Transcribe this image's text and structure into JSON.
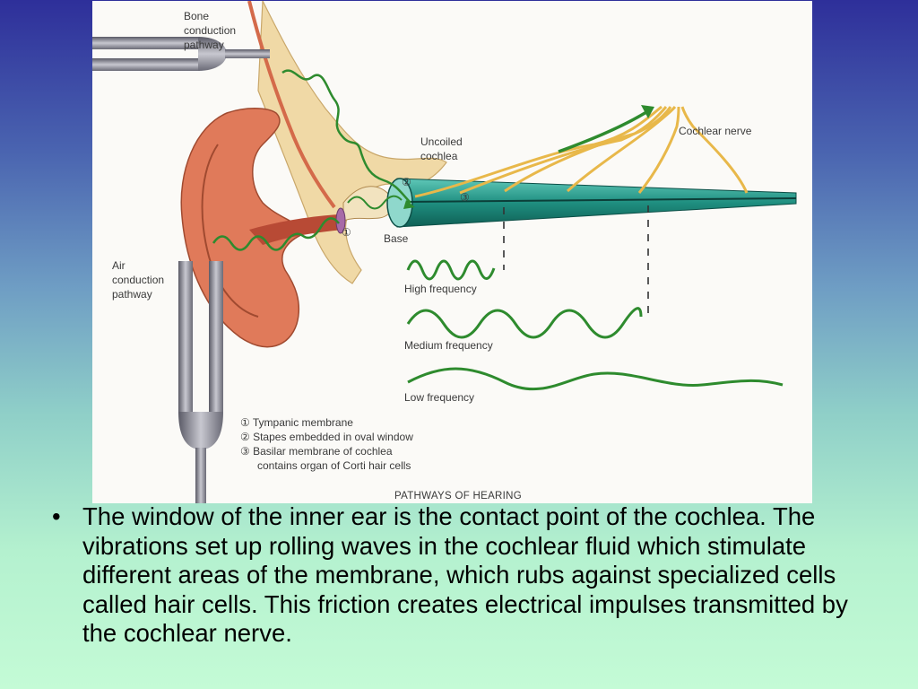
{
  "diagram": {
    "labels": {
      "bone_conduction": [
        "Bone",
        "conduction",
        "pathway"
      ],
      "air_conduction": [
        "Air",
        "conduction",
        "pathway"
      ],
      "uncoiled_cochlea": [
        "Uncoiled",
        "cochlea"
      ],
      "cochlear_nerve": "Cochlear nerve",
      "base": "Base",
      "high_frequency": "High frequency",
      "medium_frequency": "Medium frequency",
      "low_frequency": "Low frequency",
      "marker_1": "①",
      "marker_2": "②",
      "marker_3": "③"
    },
    "legend": {
      "item1": "① Tympanic membrane",
      "item2": "② Stapes embedded in oval window",
      "item3a": "③ Basilar membrane of cochlea",
      "item3b": "contains organ of Corti hair cells"
    },
    "caption": "PATHWAYS OF HEARING",
    "colors": {
      "wave": "#2e8b2e",
      "ear": "#e07a5a",
      "bone": "#f0d9a6",
      "cochlea": "#1f8f80",
      "nerve": "#e8b84a",
      "fork": "#8a8a95"
    }
  },
  "bullet": {
    "symbol": "•",
    "text": "The window of the inner ear is the contact point of the cochlea. The vibrations set up rolling waves in the cochlear fluid which stimulate different areas of the membrane, which rubs against specialized cells called hair cells. This friction creates electrical impulses transmitted by the cochlear nerve."
  }
}
